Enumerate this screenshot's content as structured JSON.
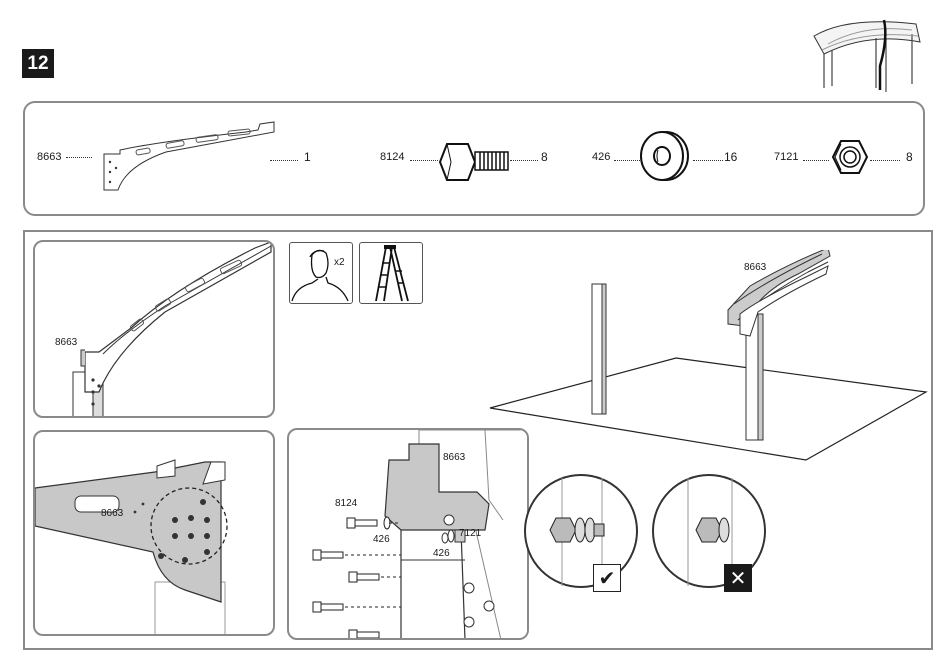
{
  "step": {
    "number": "12"
  },
  "parts": [
    {
      "id": "8663",
      "qty": "1",
      "icon": "rafter-bracket-icon"
    },
    {
      "id": "8124",
      "qty": "8",
      "icon": "hex-bolt-icon"
    },
    {
      "id": "426",
      "qty": "16",
      "icon": "washer-icon"
    },
    {
      "id": "7121",
      "qty": "8",
      "icon": "hex-nut-icon"
    }
  ],
  "people": {
    "count": "x2",
    "icon": "person-icon"
  },
  "tools": {
    "icon": "ladder-icon"
  },
  "callouts": {
    "detail1_part": "8663",
    "detail2_part": "8663",
    "scene_part": "8663",
    "detail3_part": "8663",
    "detail3_bolt": "8124",
    "detail3_washer_a": "426",
    "detail3_washer_b": "426",
    "detail3_nut": "7121"
  },
  "verdicts": {
    "correct": "✔",
    "incorrect": "✕"
  },
  "colors": {
    "frame": "#8a8a8a",
    "part_fill": "#c8c8c8",
    "ink": "#1a1a1a"
  }
}
